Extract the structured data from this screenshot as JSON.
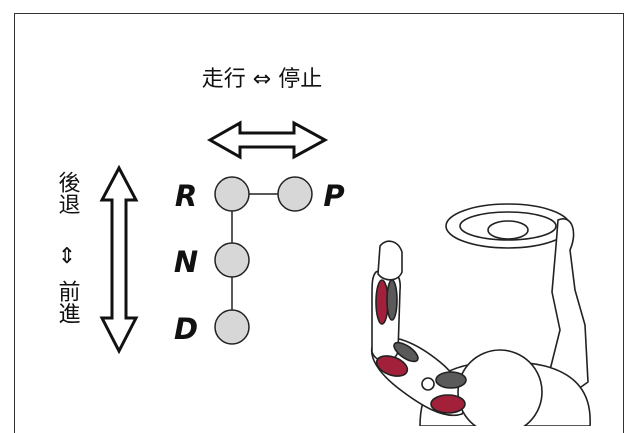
{
  "labels": {
    "horizontal": "走行 ⇔ 停止",
    "vertical_top": "後退",
    "vertical_mid": "⇕",
    "vertical_bottom": "前進"
  },
  "gears": {
    "r": "R",
    "p": "P",
    "n": "N",
    "d": "D"
  },
  "colors": {
    "gear_fill": "#d7d7d7",
    "muscle_active": "#a3203a",
    "muscle_neutral": "#5a5a5a",
    "outline": "#222222"
  }
}
